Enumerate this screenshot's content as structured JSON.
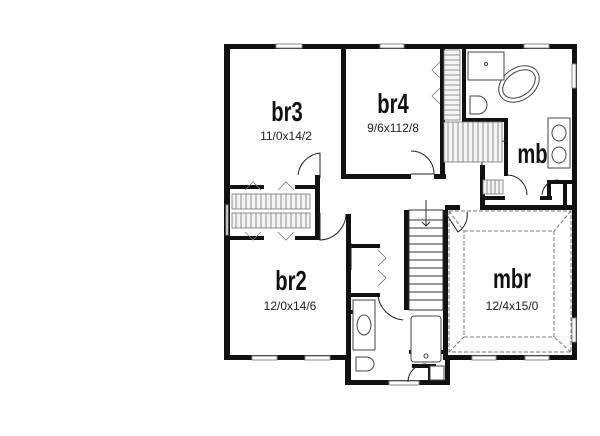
{
  "plan": {
    "type": "second-floor-plan",
    "rooms": [
      {
        "id": "br3",
        "label": "br3",
        "dimensions": "11/0x14/2"
      },
      {
        "id": "br4",
        "label": "br4",
        "dimensions": "9/6x112/8"
      },
      {
        "id": "mb",
        "label": "mb",
        "dimensions": ""
      },
      {
        "id": "br2",
        "label": "br2",
        "dimensions": "12/0x14/6"
      },
      {
        "id": "mbr",
        "label": "mbr",
        "dimensions": "12/4x15/0"
      }
    ],
    "colors": {
      "wall": "#111111",
      "window": "#9a9a9a",
      "fixture": "#555555",
      "background": "#ffffff"
    }
  }
}
